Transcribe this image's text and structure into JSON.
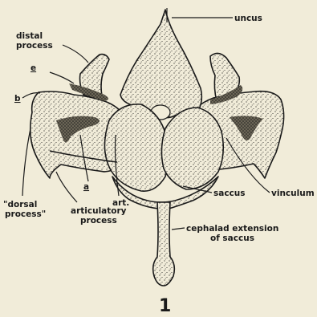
{
  "labels": {
    "uncus": "uncus",
    "distal_process_line1": "distal",
    "distal_process_line2": "process",
    "e": "e",
    "b": "b",
    "a": "a",
    "art": "art.",
    "saccus": "saccus",
    "vinculum": "vinculum",
    "dorsal_process_line1": "\"dorsal",
    "dorsal_process_line2": "process\"",
    "articulatory_process_line1": "articulatory",
    "articulatory_process_line2": "process",
    "cephalad_extension_line1": "cephalad extension",
    "cephalad_extension_line2": "of saccus"
  },
  "figure_number": "1"
}
